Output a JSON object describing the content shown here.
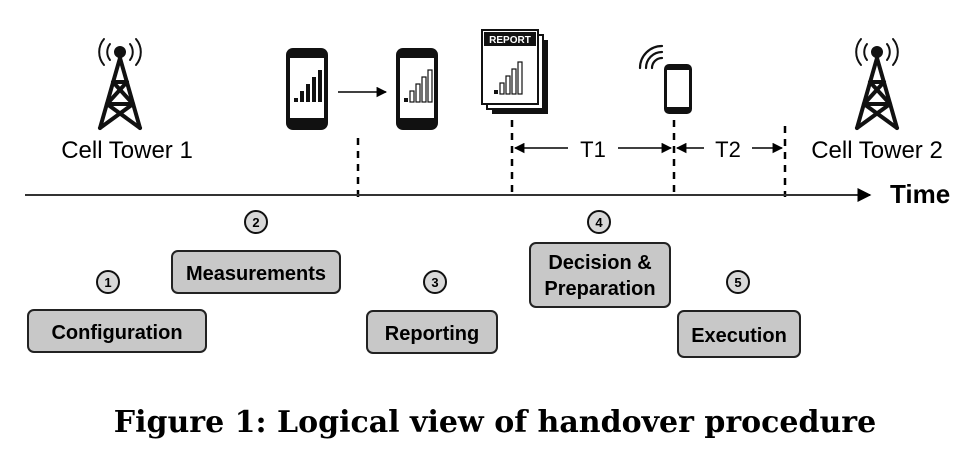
{
  "towers": {
    "left_label": "Cell Tower 1",
    "right_label": "Cell Tower 2"
  },
  "axis": {
    "label": "Time"
  },
  "report_icon_text": "REPORT",
  "intervals": {
    "t1": "T1",
    "t2": "T2"
  },
  "steps": [
    {
      "number": "1",
      "label": "Configuration"
    },
    {
      "number": "2",
      "label": "Measurements"
    },
    {
      "number": "3",
      "label": "Reporting"
    },
    {
      "number": "4",
      "label_line1": "Decision &",
      "label_line2": "Preparation"
    },
    {
      "number": "5",
      "label": "Execution"
    }
  ],
  "caption": "Figure 1: Logical view of handover procedure",
  "colors": {
    "box_fill": "#c8c8c8",
    "ink": "#000000"
  }
}
